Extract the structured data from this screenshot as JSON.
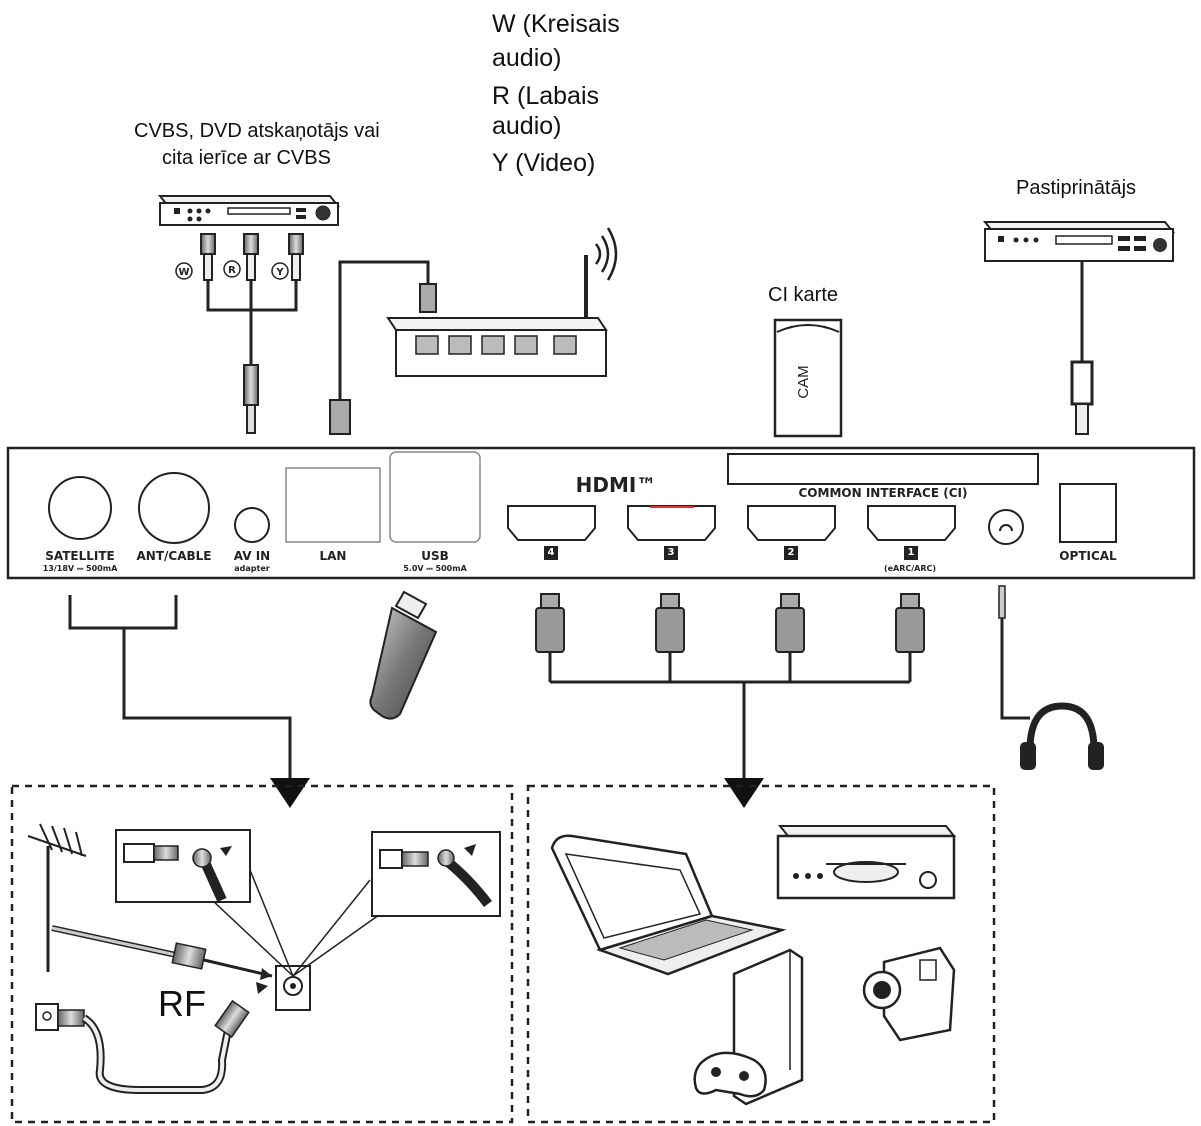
{
  "labels": {
    "cvbs_line1": "CVBS, DVD atskaņotājs vai",
    "cvbs_line2": "cita ierīce ar CVBS",
    "w_line1": "W (Kreisais",
    "w_line2": "audio)",
    "r_line1": "R (Labais",
    "r_line2": "audio)",
    "y_video": "Y (Video)",
    "amplifier": "Pastiprinātājs",
    "ci_card": "CI karte",
    "cam": "CAM",
    "rf": "RF"
  },
  "rca": {
    "w": "W",
    "r": "R",
    "y": "Y"
  },
  "panel": {
    "hdmi_logo": "HDMI™",
    "common_interface": "COMMON INTERFACE (CI)",
    "satellite": "SATELLITE",
    "satellite_sub": "13/18V ⎓ 500mA",
    "ant_cable": "ANT/CABLE",
    "av_in": "AV IN",
    "av_in_sub": "adapter",
    "lan": "LAN",
    "usb": "USB",
    "usb_sub": "5.0V ⎓ 500mA",
    "hdmi4": "4",
    "hdmi3": "3",
    "hdmi2": "2",
    "hdmi1": "1",
    "hdmi1_sub": "(eARC/ARC)",
    "optical": "OPTICAL"
  },
  "icons": {
    "headphone_port": "headphone-port-icon",
    "router": "router-icon",
    "usb_stick": "usb-stick-icon",
    "headphones": "headphones-icon",
    "antenna": "antenna-icon",
    "laptop": "laptop-icon",
    "game_console": "game-console-icon",
    "camcorder": "camcorder-icon",
    "dvd_player": "dvd-player-icon"
  }
}
